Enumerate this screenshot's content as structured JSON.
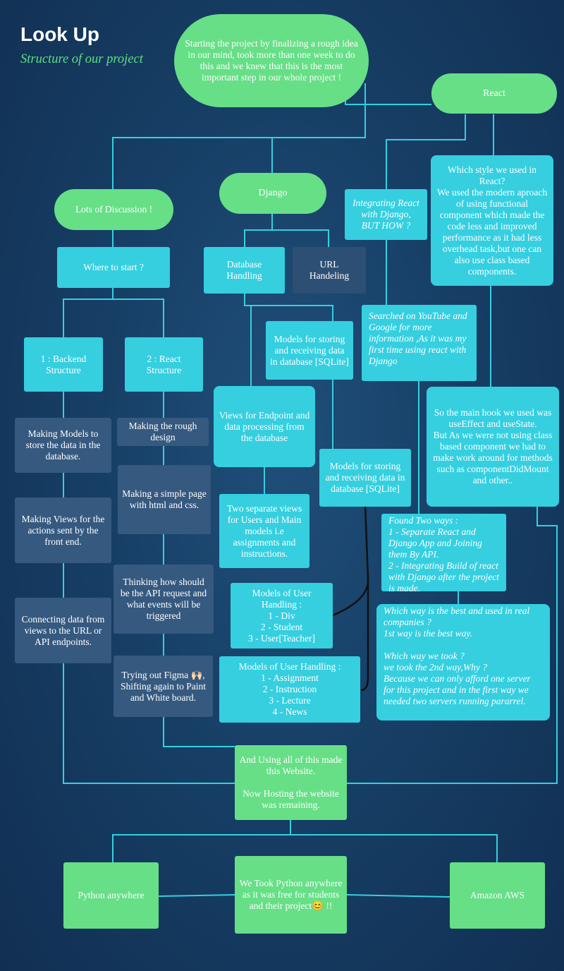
{
  "header": {
    "title": "Look Up",
    "subtitle": "Structure of our project"
  },
  "nodes": {
    "start": "Starting the project by finalizing a rough idea in our mind, took more than one week to do this and we knew that this is the most important step in our whole project !",
    "react": "React",
    "django": "Django",
    "discussion": "Lots of Discussion !",
    "where_to_start": "Where to start ?",
    "backend_structure": "1 : Backend\nStructure",
    "react_structure": "2 : React\nStructure",
    "making_models": "Making Models to store the data in the database.",
    "making_views": "Making  Views for the actions sent by the front end.",
    "connecting_data": "Connecting data from views to the URL or API endpoints.",
    "rough_design": "Making the rough design",
    "simple_page": "Making a simple page with html and css.",
    "thinking_api": "Thinking how should be the API request and what events will be triggered",
    "figma": "Trying out Figma 🙌🏻,\nShifting again to Paint and White board.",
    "database_handling": "Database\nHandling",
    "url_handeling": "URL\nHandeling",
    "models_sqlite_1": "Models for storing and receiving data in database [SQLite]",
    "views_endpoint": "Views for Endpoint and data processing from the database",
    "models_sqlite_2": "Models for storing and receiving data in database [SQLite]",
    "two_separate_views": "Two separate views for Users and Main models i.e assignments and instructions.",
    "models_user_handling_1": "Models of User Handling :\n1 - Div\n2 - Student\n3 - User[Teacher]",
    "models_user_handling_2": "Models of User Handling :\n1 - Assignment\n2 - Instruction\n3 - Lecture\n4 - News",
    "integrating_react": "Integrating React with Django,\nBUT HOW ?",
    "style_used": "Which style we used in React?\nWe used the modern aproach of using functional component which made the code less and improved performance as it had less overhead task,but one can also use class based components.",
    "searched_youtube": "Searched on YouTube and Google for more information ,As it was my first time using react with Django",
    "main_hook": "So the main hook we used was useEffect and useState.\nBut As we were not using class based component we had to make work around for methods such as componentDidMount and other..",
    "two_ways": "Found Two ways :\n1 - Separate React and Django App and Joining them By API.\n2 - Integrating Build of react with Django after the project is made.",
    "best_way": "Which way is the best and used in real companies ?\n1st way is the best way.\n\nWhich way we took ?\nwe took the 2nd way,Why ?\nBecause we can only afford one server for this project and in the first way we needed two servers running pararrel.",
    "using_all": "And Using all of this made this Website.\n\nNow Hosting the website was remaining.",
    "python_anywhere": "Python anywhere",
    "took_python": "We Took Python anywhere as it was free for students and their project😊  !!",
    "amazon_aws": "Amazon AWS"
  },
  "colors": {
    "background": "#173f66",
    "green": "#66df86",
    "cyan": "#35cfe0",
    "slate": "#35597f",
    "connector": "#35cfe0"
  }
}
